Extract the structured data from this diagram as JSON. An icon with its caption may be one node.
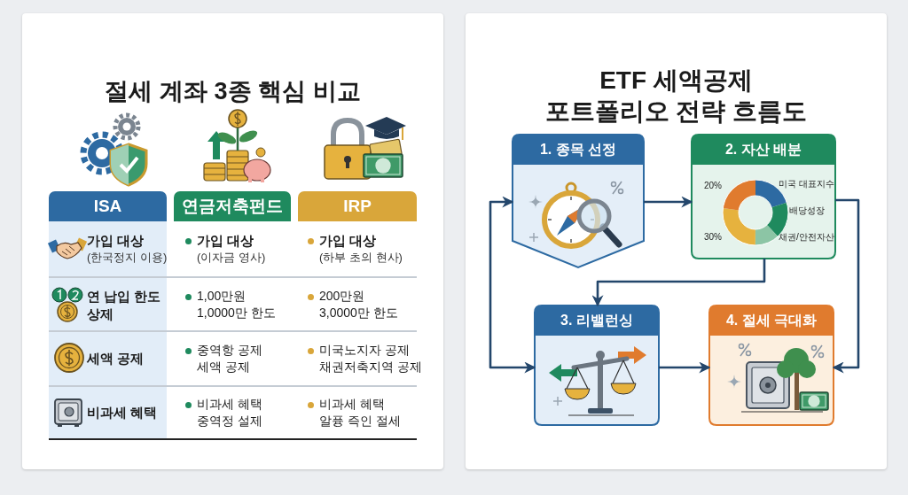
{
  "diagram": {
    "nodes": [
      {
        "text": [
          "절세 계좌 3종 핵심 비교"
        ]
      },
      {
        "text": [
          "ETF 세액공제 포트폴리오 전략 흐름도"
        ]
      },
      {
        "text": [
          "1. 종목 선정"
        ],
        "in": 1
      },
      {
        "text": [
          "2. 자산 배분",
          "20%",
          "미국 대표지수",
          "배당성장",
          "30%",
          "채권/안전자산"
        ],
        "in": 1
      },
      {
        "text": [
          "3. 리밸런싱"
        ],
        "in": 1
      },
      {
        "text": [
          "4. 절세 극대화"
        ],
        "in": 1
      }
    ],
    "edges": [
      {
        "from": 2,
        "to": 3,
        "arrow": "to"
      },
      {
        "from": 3,
        "to": 4,
        "arrow": "to"
      },
      {
        "from": 4,
        "to": 5,
        "arrow": "to"
      },
      {
        "from": 3,
        "to": 5,
        "arrow": "to"
      },
      {
        "from": 4,
        "to": 2,
        "arrow": "both"
      }
    ],
    "labels": [
      "ISA",
      "연금저축펀드",
      "IRP",
      "가입 대상",
      "(한국정지 이용)",
      "가입 대상",
      "(이자금 영사)",
      "가입 대상",
      "(하부 초의 현사)",
      "연 납입 한도 상제",
      "1,00만원",
      "1,0000만 한도",
      "200만원",
      "3,0000만 한도",
      "세액 공제",
      "중역항 공제",
      "세액 공제",
      "미국노지자 공제",
      "채권저축지역 공제",
      "비과세 혜택",
      "비과세 혜택",
      "중역정 설제",
      "비과세 혜택",
      "알퓽 즉인 절세"
    ]
  }
}
